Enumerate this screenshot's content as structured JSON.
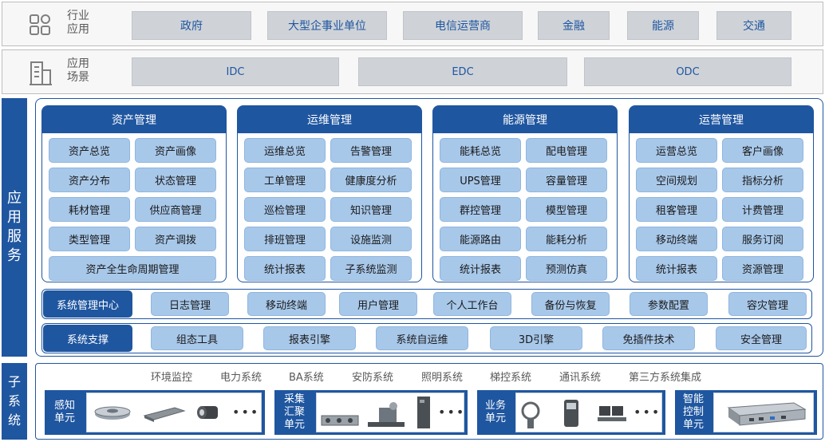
{
  "industry": {
    "label_line1": "行业",
    "label_line2": "应用",
    "items": [
      "政府",
      "大型企事业单位",
      "电信运营商",
      "金融",
      "能源",
      "交通"
    ]
  },
  "scene": {
    "label_line1": "应用",
    "label_line2": "场景",
    "items": [
      "IDC",
      "EDC",
      "ODC"
    ]
  },
  "app_service": {
    "label": "应用服务",
    "modules": [
      {
        "title": "资产管理",
        "items": [
          "资产总览",
          "资产画像",
          "资产分布",
          "状态管理",
          "耗材管理",
          "供应商管理",
          "类型管理",
          "资产调拨"
        ],
        "full_item": "资产全生命周期管理"
      },
      {
        "title": "运维管理",
        "items": [
          "运维总览",
          "告警管理",
          "工单管理",
          "健康度分析",
          "巡检管理",
          "知识管理",
          "排班管理",
          "设施监测",
          "统计报表",
          "子系统监测"
        ]
      },
      {
        "title": "能源管理",
        "items": [
          "能耗总览",
          "配电管理",
          "UPS管理",
          "容量管理",
          "群控管理",
          "模型管理",
          "能源路由",
          "能耗分析",
          "统计报表",
          "预测仿真"
        ]
      },
      {
        "title": "运营管理",
        "items": [
          "运营总览",
          "客户画像",
          "空间规划",
          "指标分析",
          "租客管理",
          "计费管理",
          "移动终端",
          "服务订阅",
          "统计报表",
          "资源管理"
        ]
      }
    ],
    "system_center": {
      "label": "系统管理中心",
      "items": [
        "日志管理",
        "移动终端",
        "用户管理",
        "个人工作台",
        "备份与恢复",
        "参数配置",
        "容灾管理"
      ]
    },
    "system_support": {
      "label": "系统支撑",
      "items": [
        "组态工具",
        "报表引擎",
        "系统自运维",
        "3D引擎",
        "免插件技术",
        "安全管理"
      ]
    }
  },
  "subsystem": {
    "label": "子系统",
    "systems": [
      "环境监控",
      "电力系统",
      "BA系统",
      "安防系统",
      "照明系统",
      "梯控系统",
      "通讯系统",
      "第三方系统集成"
    ],
    "units": [
      {
        "label": "感知单元",
        "more": "•••"
      },
      {
        "label": "采集汇聚单元",
        "more": "•••"
      },
      {
        "label": "业务单元",
        "more": "•••"
      },
      {
        "label": "智能控制单元"
      }
    ]
  },
  "colors": {
    "primary": "#1f56a0",
    "chip": "#a8c8ea",
    "grey_box": "#cfd3d8"
  }
}
